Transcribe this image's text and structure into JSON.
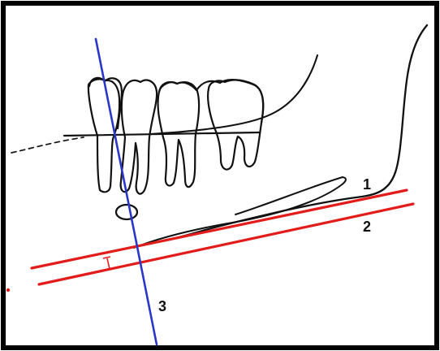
{
  "diagram": {
    "labels": {
      "line1": "1",
      "line2": "2",
      "line3": "3"
    },
    "colors": {
      "frame": "#000000",
      "outline": "#111111",
      "occlusal_plane": "#111111",
      "mandibular_tangent_lines": "#e21b1b",
      "vertical_reference_line": "#2a36c8",
      "marker": "#e21b1b"
    },
    "components": [
      "tooth-crown-outline",
      "tooth-root-outline",
      "mandible-outline",
      "occlusal-plane-line",
      "mandibular-tangent-line-1",
      "mandibular-tangent-line-2",
      "vertical-reference-line-3",
      "mental-foramen-oval",
      "distance-marker"
    ]
  }
}
